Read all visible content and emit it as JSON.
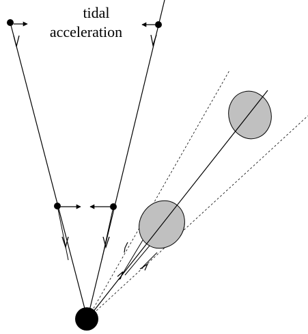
{
  "label": {
    "line1": "tidal",
    "line2": "acceleration"
  },
  "colors": {
    "ink": "#000000",
    "blob_fill": "#c0c0c0",
    "background": "#ffffff"
  },
  "icons": {
    "particle": "filled-dot",
    "acceleration": "arrow",
    "trajectory": "open-chevron-arrow",
    "attractor": "black-hole-disc",
    "cloud": "gray-ellipse"
  }
}
